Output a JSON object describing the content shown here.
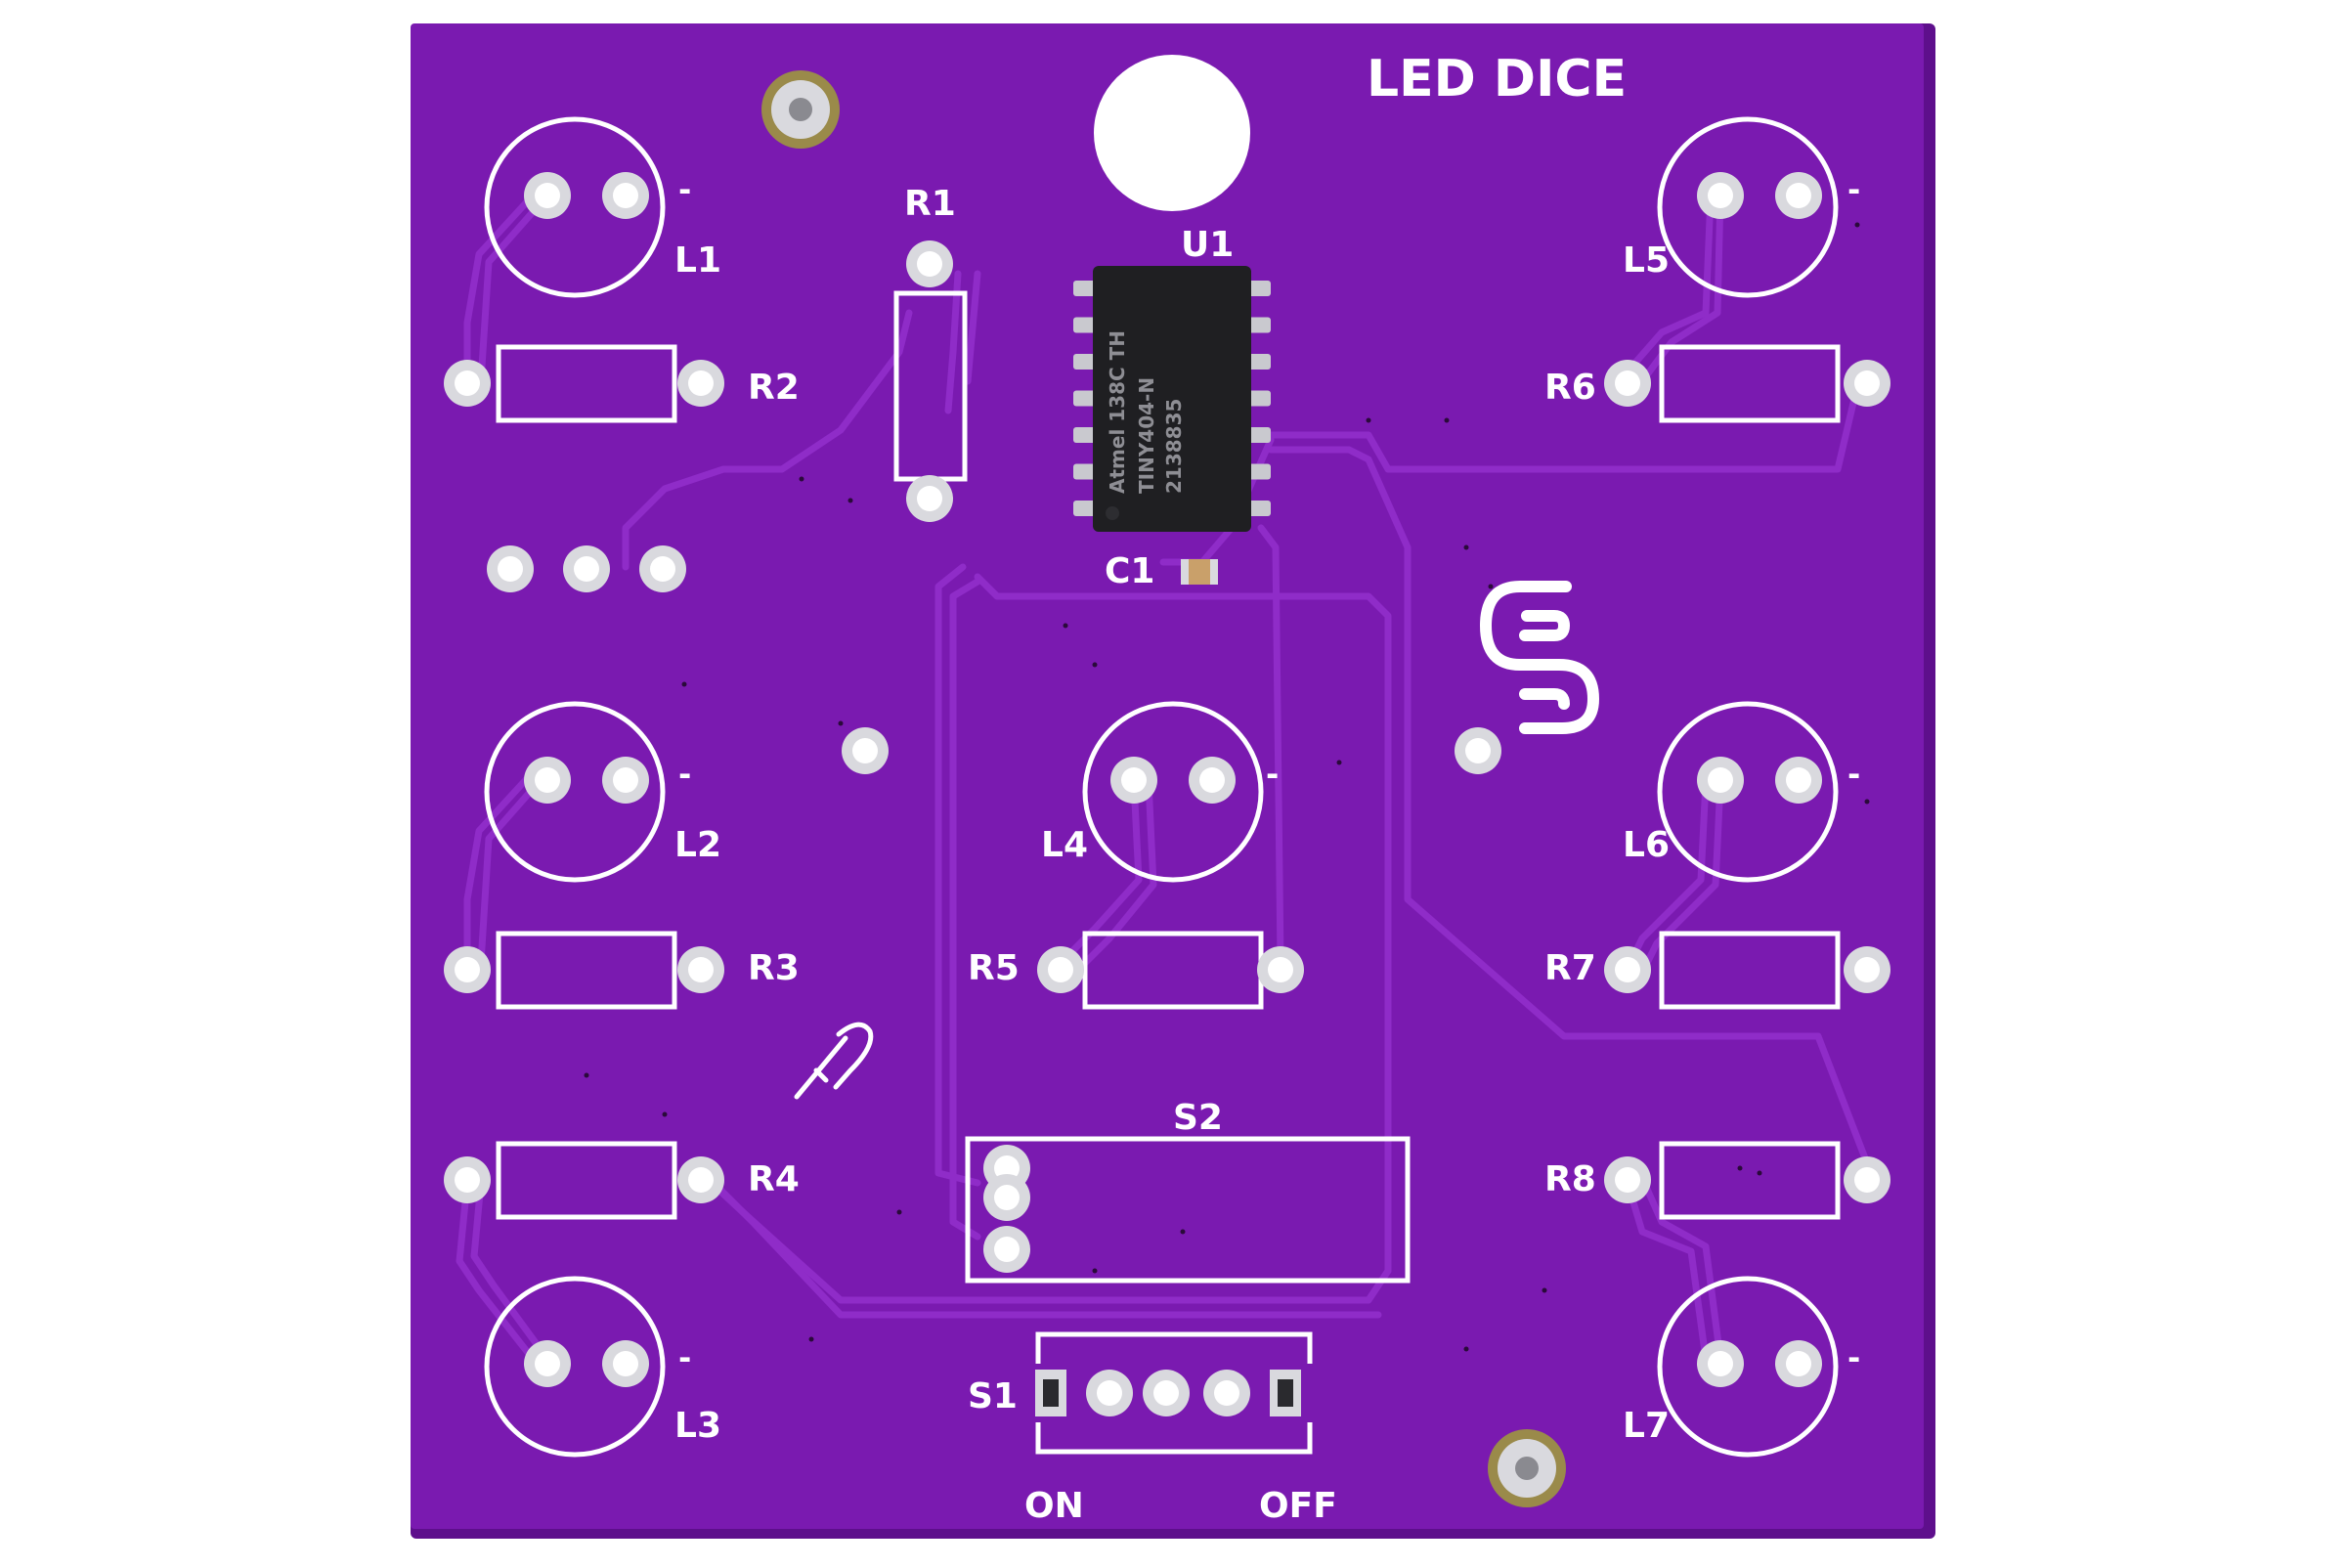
{
  "board": {
    "title": "LED DICE",
    "colors": {
      "soldermask": "#7a1ab0",
      "soldermask_edge": "#5e0f8c",
      "trace": "#8f2cc8",
      "silkscreen": "#ffffff",
      "pad_metal": "#d9d9de",
      "pad_hole": "#b8b8c0",
      "chip_body": "#1f1f22",
      "chip_pin": "#c9c9cf",
      "mount_ring": "#9a8a4a"
    }
  },
  "designators": {
    "l1": "L1",
    "l2": "L2",
    "l3": "L3",
    "l4": "L4",
    "l5": "L5",
    "l6": "L6",
    "l7": "L7",
    "r1": "R1",
    "r2": "R2",
    "r3": "R3",
    "r4": "R4",
    "r5": "R5",
    "r6": "R6",
    "r7": "R7",
    "r8": "R8",
    "u1": "U1",
    "c1": "C1",
    "s1": "S1",
    "s2": "S2",
    "minus": "-"
  },
  "switch_labels": {
    "on": "ON",
    "off": "OFF"
  },
  "chip_marking": {
    "line1": "Atmel 138C TH",
    "line2": "TINY404-N",
    "line3": "2138835"
  },
  "icons": {
    "logo": "s-logo-icon",
    "probe": "probe-icon",
    "mount_hole": "mount-hole-icon"
  }
}
